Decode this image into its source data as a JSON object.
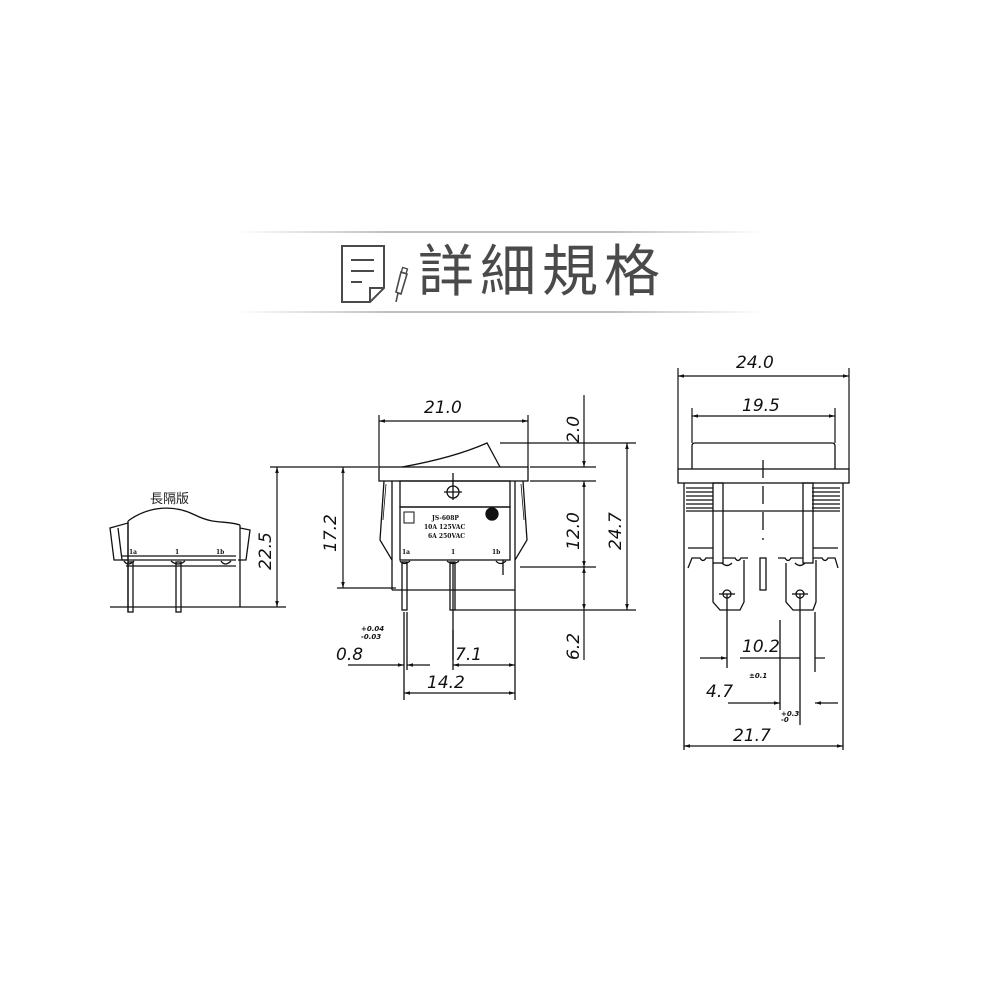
{
  "header": {
    "title": "詳細規格",
    "icon": "document-pen-icon"
  },
  "drawing": {
    "side_view": {
      "label": "長隔版",
      "terminals": [
        "1a",
        "1",
        "1b"
      ],
      "height": "22.5"
    },
    "front_view": {
      "width_top": "21.0",
      "height_body": "17.2",
      "rocker_height": "2.0",
      "body_height": "12.0",
      "total_height": "24.7",
      "pin_length": "6.2",
      "pin_thickness": "0.8",
      "pin_thickness_tolerance_plus": "+0.04",
      "pin_thickness_tolerance_minus": "-0.03",
      "pin_offset": "7.1",
      "pin_span": "14.2",
      "terminals": [
        "1a",
        "1",
        "1b"
      ],
      "marking": {
        "model": "JS-608P",
        "rating1": "10A 125VAC",
        "rating2": "6A 250VAC"
      }
    },
    "end_view": {
      "width_outer": "24.0",
      "width_inner": "19.5",
      "pin_spacing": "10.2",
      "pin_width": "4.7",
      "pin_width_tolerance": "±0.1",
      "tab_tolerance_plus": "+0.3",
      "tab_tolerance_minus": "-0",
      "base_width": "21.7"
    }
  },
  "colors": {
    "line": "#111111",
    "title": "#4a4a4a",
    "rule": "#bdbdbd"
  }
}
